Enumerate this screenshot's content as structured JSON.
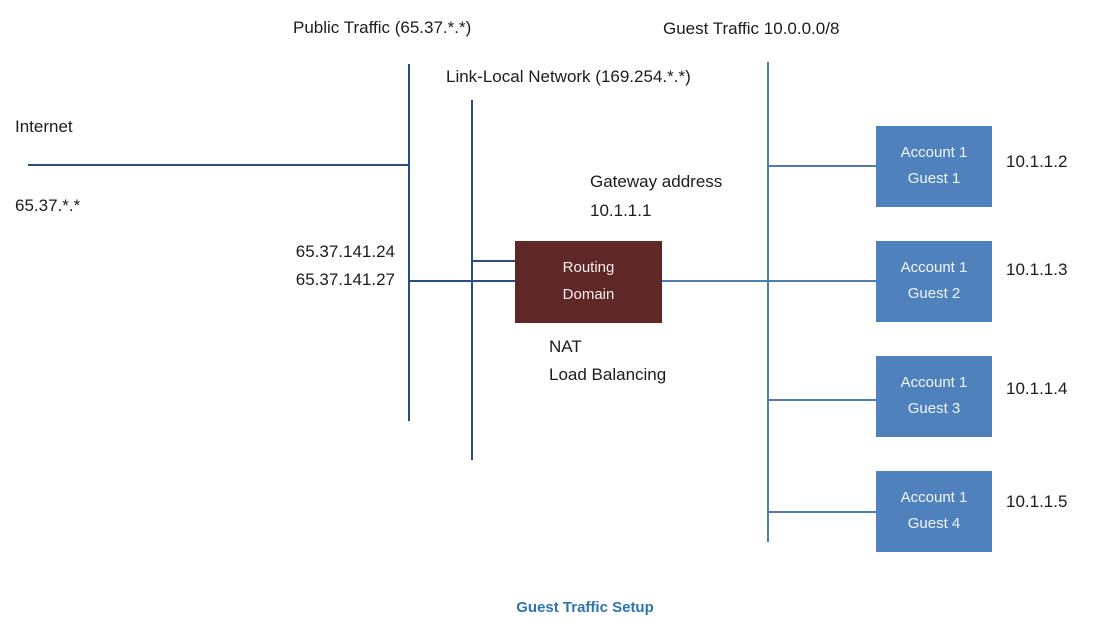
{
  "labels": {
    "public_traffic": "Public Traffic (65.37.*.*)",
    "guest_traffic": "Guest Traffic 10.0.0.0/8",
    "link_local": "Link-Local Network (169.254.*.*)",
    "internet": "Internet",
    "internet_ip": "65.37.*.*",
    "public_ip_1": "65.37.141.24",
    "public_ip_2": "65.37.141.27",
    "gateway_line1": "Gateway address",
    "gateway_line2": "10.1.1.1",
    "nat": "NAT",
    "load_balancing": "Load Balancing"
  },
  "routing_domain": {
    "line1": "Routing",
    "line2": "Domain"
  },
  "guests": [
    {
      "line1": "Account 1",
      "line2": "Guest 1",
      "ip": "10.1.1.2"
    },
    {
      "line1": "Account 1",
      "line2": "Guest 2",
      "ip": "10.1.1.3"
    },
    {
      "line1": "Account 1",
      "line2": "Guest 3",
      "ip": "10.1.1.4"
    },
    {
      "line1": "Account 1",
      "line2": "Guest 4",
      "ip": "10.1.1.5"
    }
  ],
  "caption": "Guest Traffic Setup",
  "colors": {
    "trunk_line": "#2b4c7e",
    "branch_line": "#4f7cb0",
    "routing_box": "#5f2725",
    "guest_box": "#4f81bd",
    "caption_text": "#2e74b5"
  }
}
